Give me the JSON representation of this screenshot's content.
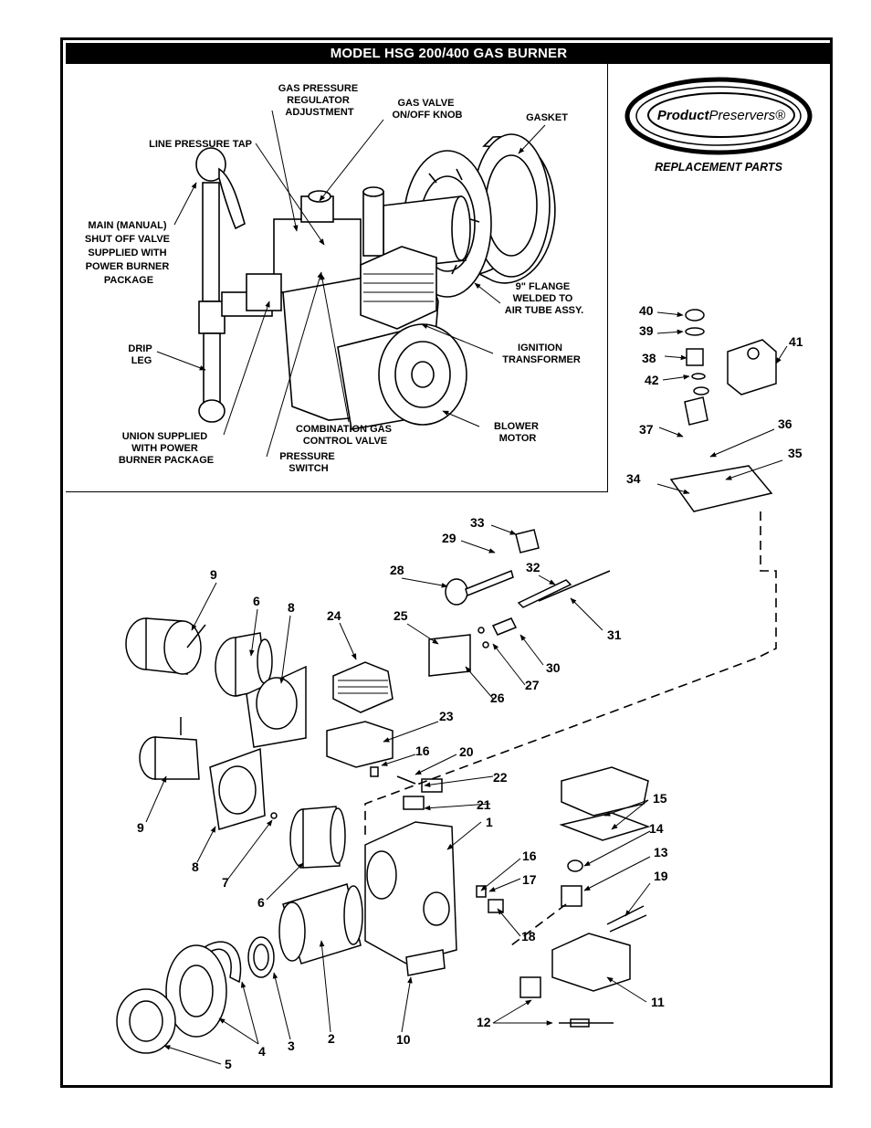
{
  "title": "MODEL HSG 200/400 GAS BURNER",
  "logo": {
    "brand_bold": "Product",
    "brand_light": "Preservers®",
    "subtitle": "REPLACEMENT PARTS"
  },
  "inset_labels": {
    "regulator": [
      "GAS PRESSURE",
      "REGULATOR",
      "ADJUSTMENT"
    ],
    "valve_knob": [
      "GAS VALVE",
      "ON/OFF KNOB"
    ],
    "gasket": [
      "GASKET"
    ],
    "line_tap": [
      "LINE PRESSURE TAP"
    ],
    "shutoff": [
      "MAIN (MANUAL)",
      "SHUT OFF VALVE",
      "SUPPLIED WITH",
      "POWER BURNER",
      "PACKAGE"
    ],
    "flange": [
      "9\" FLANGE",
      "WELDED TO",
      "AIR TUBE ASSY."
    ],
    "drip": [
      "DRIP",
      "LEG"
    ],
    "ignition": [
      "IGNITION",
      "TRANSFORMER"
    ],
    "union": [
      "UNION SUPPLIED",
      "WITH POWER",
      "BURNER PACKAGE"
    ],
    "combo": [
      "COMBINATION GAS",
      "CONTROL VALVE"
    ],
    "blower": [
      "BLOWER",
      "MOTOR"
    ],
    "pswitch": [
      "PRESSURE",
      "SWITCH"
    ]
  },
  "part_numbers": [
    "1",
    "2",
    "3",
    "4",
    "5",
    "6",
    "6",
    "7",
    "8",
    "8",
    "9",
    "9",
    "10",
    "11",
    "12",
    "13",
    "14",
    "15",
    "16",
    "16",
    "17",
    "18",
    "19",
    "20",
    "21",
    "22",
    "23",
    "24",
    "25",
    "26",
    "27",
    "28",
    "29",
    "30",
    "31",
    "32",
    "33",
    "34",
    "35",
    "36",
    "37",
    "38",
    "39",
    "40",
    "41",
    "42"
  ],
  "icons": [
    "logo-ellipse",
    "dashed-leader-line",
    "exploded-parts"
  ]
}
